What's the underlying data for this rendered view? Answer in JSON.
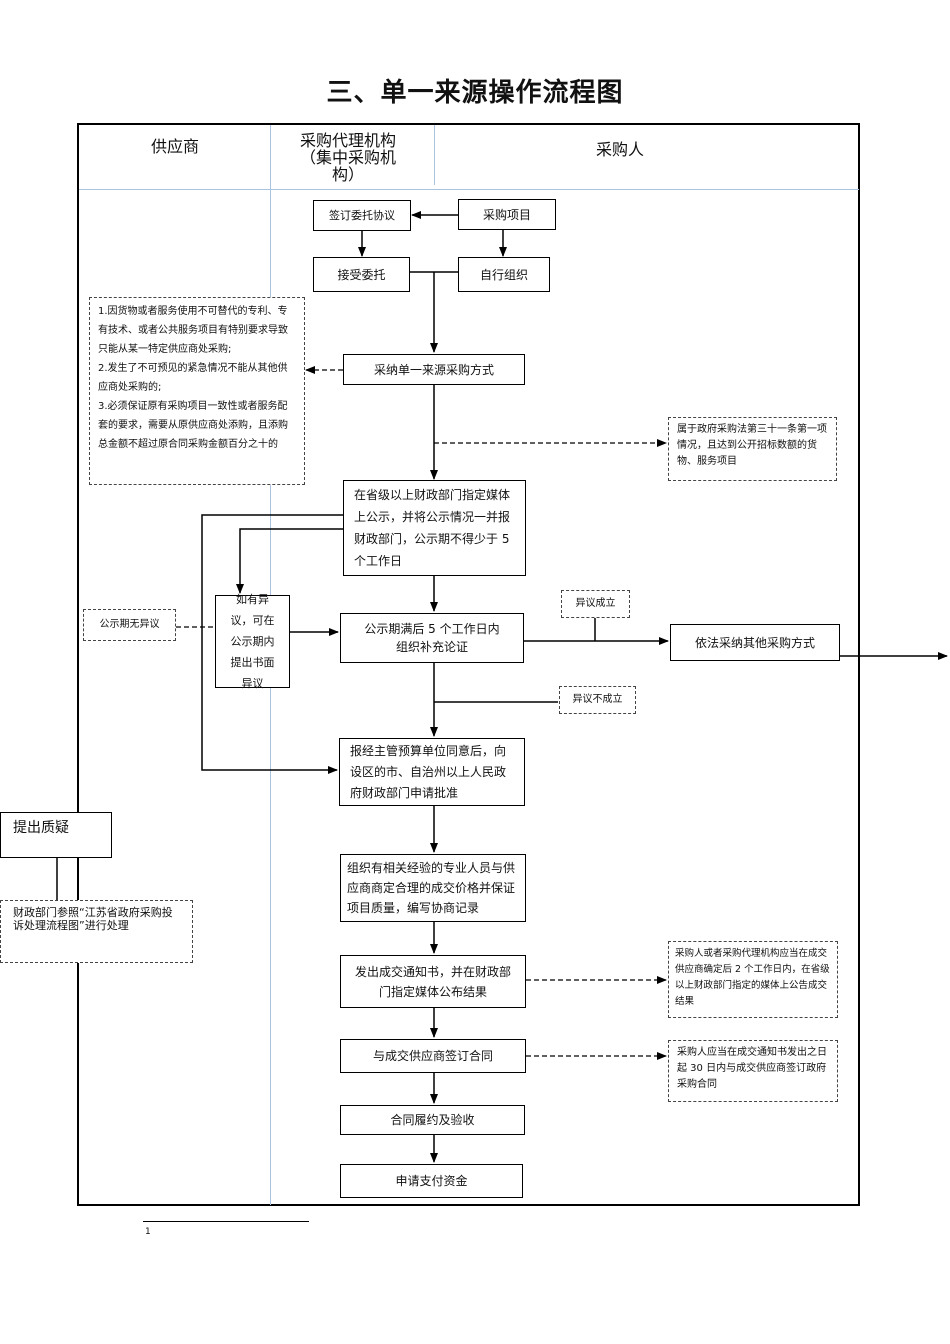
{
  "title": "三、单一来源操作流程图",
  "lanes": {
    "supplier": "供应商",
    "agency": "采购代理机构（集中采购机构）",
    "purchaser": "采购人"
  },
  "boxes": {
    "sign_agreement": "签订委托协议",
    "purchase_project": "采购项目",
    "accept_entrust": "接受委托",
    "self_organize": "自行组织",
    "adopt_single_source": "采纳单一来源采购方式",
    "publicize": "在省级以上财政部门指定媒体上公示，并将公示情况一并报财政部门，公示期不得少于 5 个工作日",
    "objection_written": "如有异议，可在公示期内提出书面异议",
    "after_5_days": "公示期满后 5 个工作日内组织补充论证",
    "adopt_other": "依法采纳其他采购方式",
    "report_approval": "报经主管预算单位同意后，向设区的市、自治州以上人民政府财政部门申请批准",
    "negotiate": "组织有相关经验的专业人员与供应商商定合理的成交价格并保证项目质量，编写协商记录",
    "issue_notice": "发出成交通知书，并在财政部门指定媒体公布结果",
    "sign_contract": "与成交供应商签订合同",
    "perform_accept": "合同履约及验收",
    "apply_payment": "申请支付资金",
    "raise_query": "提出质疑"
  },
  "notes": {
    "conditions": [
      "1.因货物或者服务使用不可替代的专利、专有技术、或者公共服务项目有特别要求导致只能从某一特定供应商处采购;",
      "2.发生了不可预见的紧急情况不能从其他供应商处采购的;",
      "3.必须保证原有采购项目一致性或者服务配套的要求，需要从原供应商处添购，且添购总金额不超过原合同采购金额百分之十的"
    ],
    "law_31": "属于政府采购法第三十一条第一项情况，且达到公开招标数额的货物、服务项目",
    "no_objection": "公示期无异议",
    "objection_valid": "异议成立",
    "objection_invalid": "异议不成立",
    "finance_handle": "财政部门参照“江苏省政府采购投诉处理流程图”进行处理",
    "publish_result": "采购人或者采购代理机构应当在成交供应商确定后 2 个工作日内，在省级以上财政部门指定的媒体上公告成交结果",
    "contract_30": "采购人应当在成交通知书发出之日起 30 日内与成交供应商签订政府采购合同"
  },
  "footnote": "1"
}
